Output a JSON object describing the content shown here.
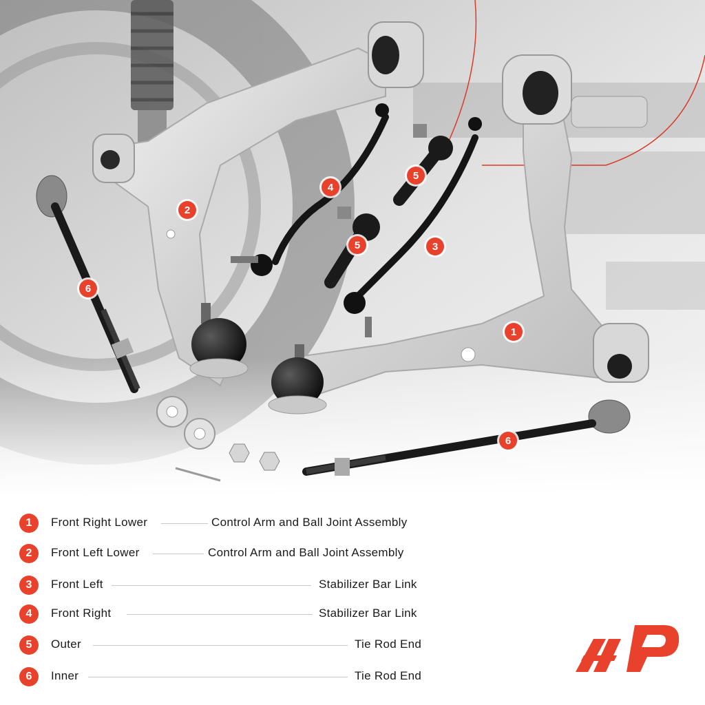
{
  "colors": {
    "accent": "#e8412c",
    "line": "#d93a2a"
  },
  "parts": [
    {
      "id": "1",
      "left": "Front Right Lower",
      "right": "Control Arm and Ball Joint Assembly"
    },
    {
      "id": "2",
      "left": "Front Left Lower",
      "right": "Control Arm and Ball Joint Assembly"
    },
    {
      "id": "3",
      "left": "Front Left",
      "right": "Stabilizer Bar Link"
    },
    {
      "id": "4",
      "left": "Front Right",
      "right": "Stabilizer Bar Link"
    },
    {
      "id": "5",
      "left": "Outer",
      "right": "Tie Rod End"
    },
    {
      "id": "6",
      "left": "Inner",
      "right": "Tie Rod End"
    }
  ],
  "callouts": {
    "arm_right": "1",
    "arm_left": "2",
    "link_left": "3",
    "link_right": "4",
    "tie_end_a": "5",
    "tie_end_b": "5",
    "inner_tie_a": "6",
    "inner_tie_b": "6"
  },
  "icons": {
    "brand_logo": "ap-logo"
  }
}
